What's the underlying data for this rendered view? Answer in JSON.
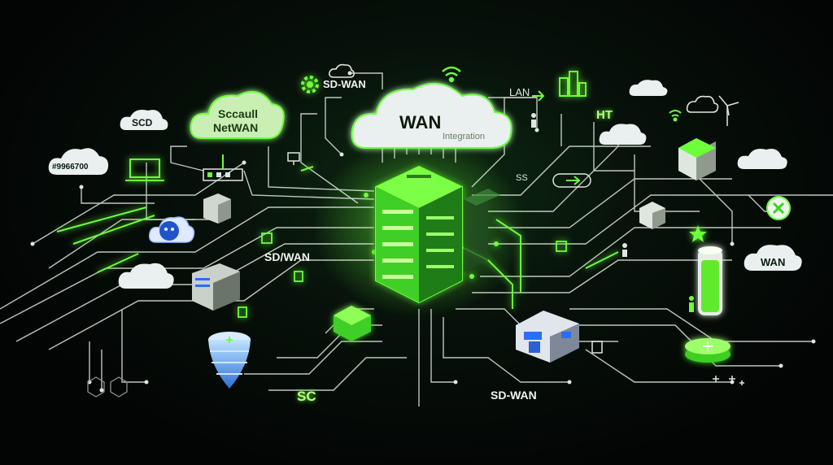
{
  "scene": {
    "accent": "#6cff3a",
    "line_color": "#dfe6df",
    "background": "#050807",
    "cloud_color": "#e9f0ef",
    "green_cloud_color": "#c9efb4"
  },
  "labels": {
    "cloud_main_title": "WAN",
    "cloud_main_sub": "Integration",
    "cloud_green_line1": "Sccaull",
    "cloud_green_line2": "NetWAN",
    "sdwan_top": "SD-WAN",
    "lan": "LAN",
    "ht": "HT",
    "scd": "SCD",
    "hash_code": "#9966700",
    "sdwan_left": "SD/WAN",
    "ss": "SS",
    "wan_right": "WAN",
    "sc": "SC",
    "sdwan_bottom": "SD-WAN"
  },
  "icons": [
    "gear-icon",
    "wifi-icon",
    "building-icon",
    "server-rack-icon",
    "laptop-icon",
    "router-icon",
    "cloud-icon",
    "face-cloud-icon",
    "close-icon",
    "person-icon",
    "wind-turbine-icon",
    "funnel-icon",
    "cube-icon",
    "star-icon",
    "house-icon",
    "battery-icon",
    "disk-icon"
  ]
}
